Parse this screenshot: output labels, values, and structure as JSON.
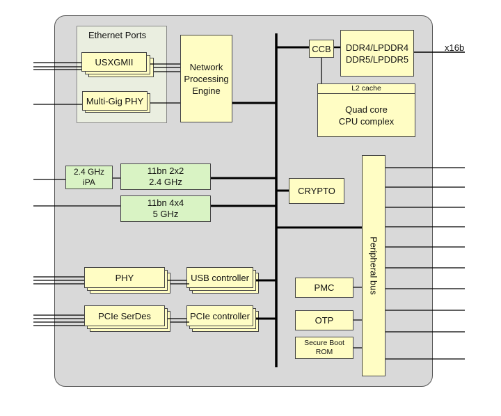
{
  "blocks": {
    "ethernet_ports": "Ethernet Ports",
    "usxgmii": "USXGMII",
    "multi_gig_phy": "Multi-Gig PHY",
    "npe": "Network\nProcessing\nEngine",
    "ccb": "CCB",
    "ddr": "DDR4/LPDDR4\nDDR5/LPDDR5",
    "x16b": "x16b",
    "l2_cache": "L2 cache",
    "cpu": "Quad core\nCPU complex",
    "ipa": "2.4 GHz\niPA",
    "radio_24": "11bn 2x2\n2.4 GHz",
    "radio_5": "11bn 4x4\n5 GHz",
    "crypto": "CRYPTO",
    "peripheral_bus": "Peripheral bus",
    "phy": "PHY",
    "usb_controller": "USB controller",
    "pcie_serdes": "PCIe SerDes",
    "pcie_controller": "PCIe controller",
    "pmc": "PMC",
    "otp": "OTP",
    "secure_boot": "Secure Boot\nROM"
  },
  "colors": {
    "chip_fill": "#d9d9d9",
    "block_yellow": "#fffdc4",
    "block_green": "#d9f3c4",
    "group_fill": "#eaeee0",
    "wire": "#000000"
  }
}
